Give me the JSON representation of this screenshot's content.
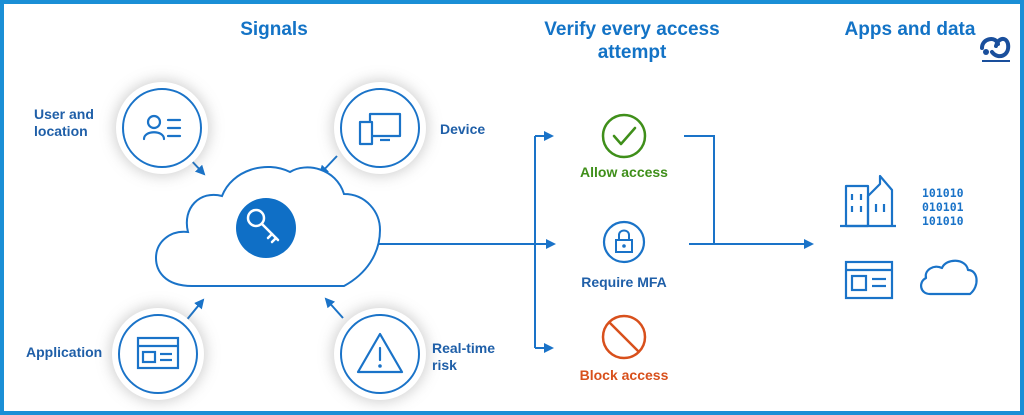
{
  "headings": {
    "signals": "Signals",
    "verify_line1": "Verify every access",
    "verify_line2": "attempt",
    "apps": "Apps and data"
  },
  "signals": {
    "user_location": [
      "User and",
      "location"
    ],
    "device": "Device",
    "application": "Application",
    "realtime_risk": [
      "Real-time",
      "risk"
    ]
  },
  "outcomes": {
    "allow": "Allow access",
    "mfa": "Require MFA",
    "block": "Block access"
  },
  "apps_data": {
    "binary_rows": [
      "101010",
      "010101",
      "101010"
    ]
  },
  "colors": {
    "accent": "#1a73c8",
    "label": "#1f5fa8",
    "allow": "#3f8f1a",
    "block": "#d8501c",
    "key_circle": "#0f6fc6"
  },
  "icons": {
    "user": "user-contact-icon",
    "device": "monitor-phone-icon",
    "application": "app-window-icon",
    "risk": "warning-icon",
    "key": "key-icon",
    "allow": "checkmark-circle-icon",
    "mfa": "lock-circle-icon",
    "block": "prohibited-icon",
    "buildings": "buildings-icon",
    "binary": "binary-data-icon",
    "window": "app-window-icon",
    "cloud": "cloud-icon"
  }
}
